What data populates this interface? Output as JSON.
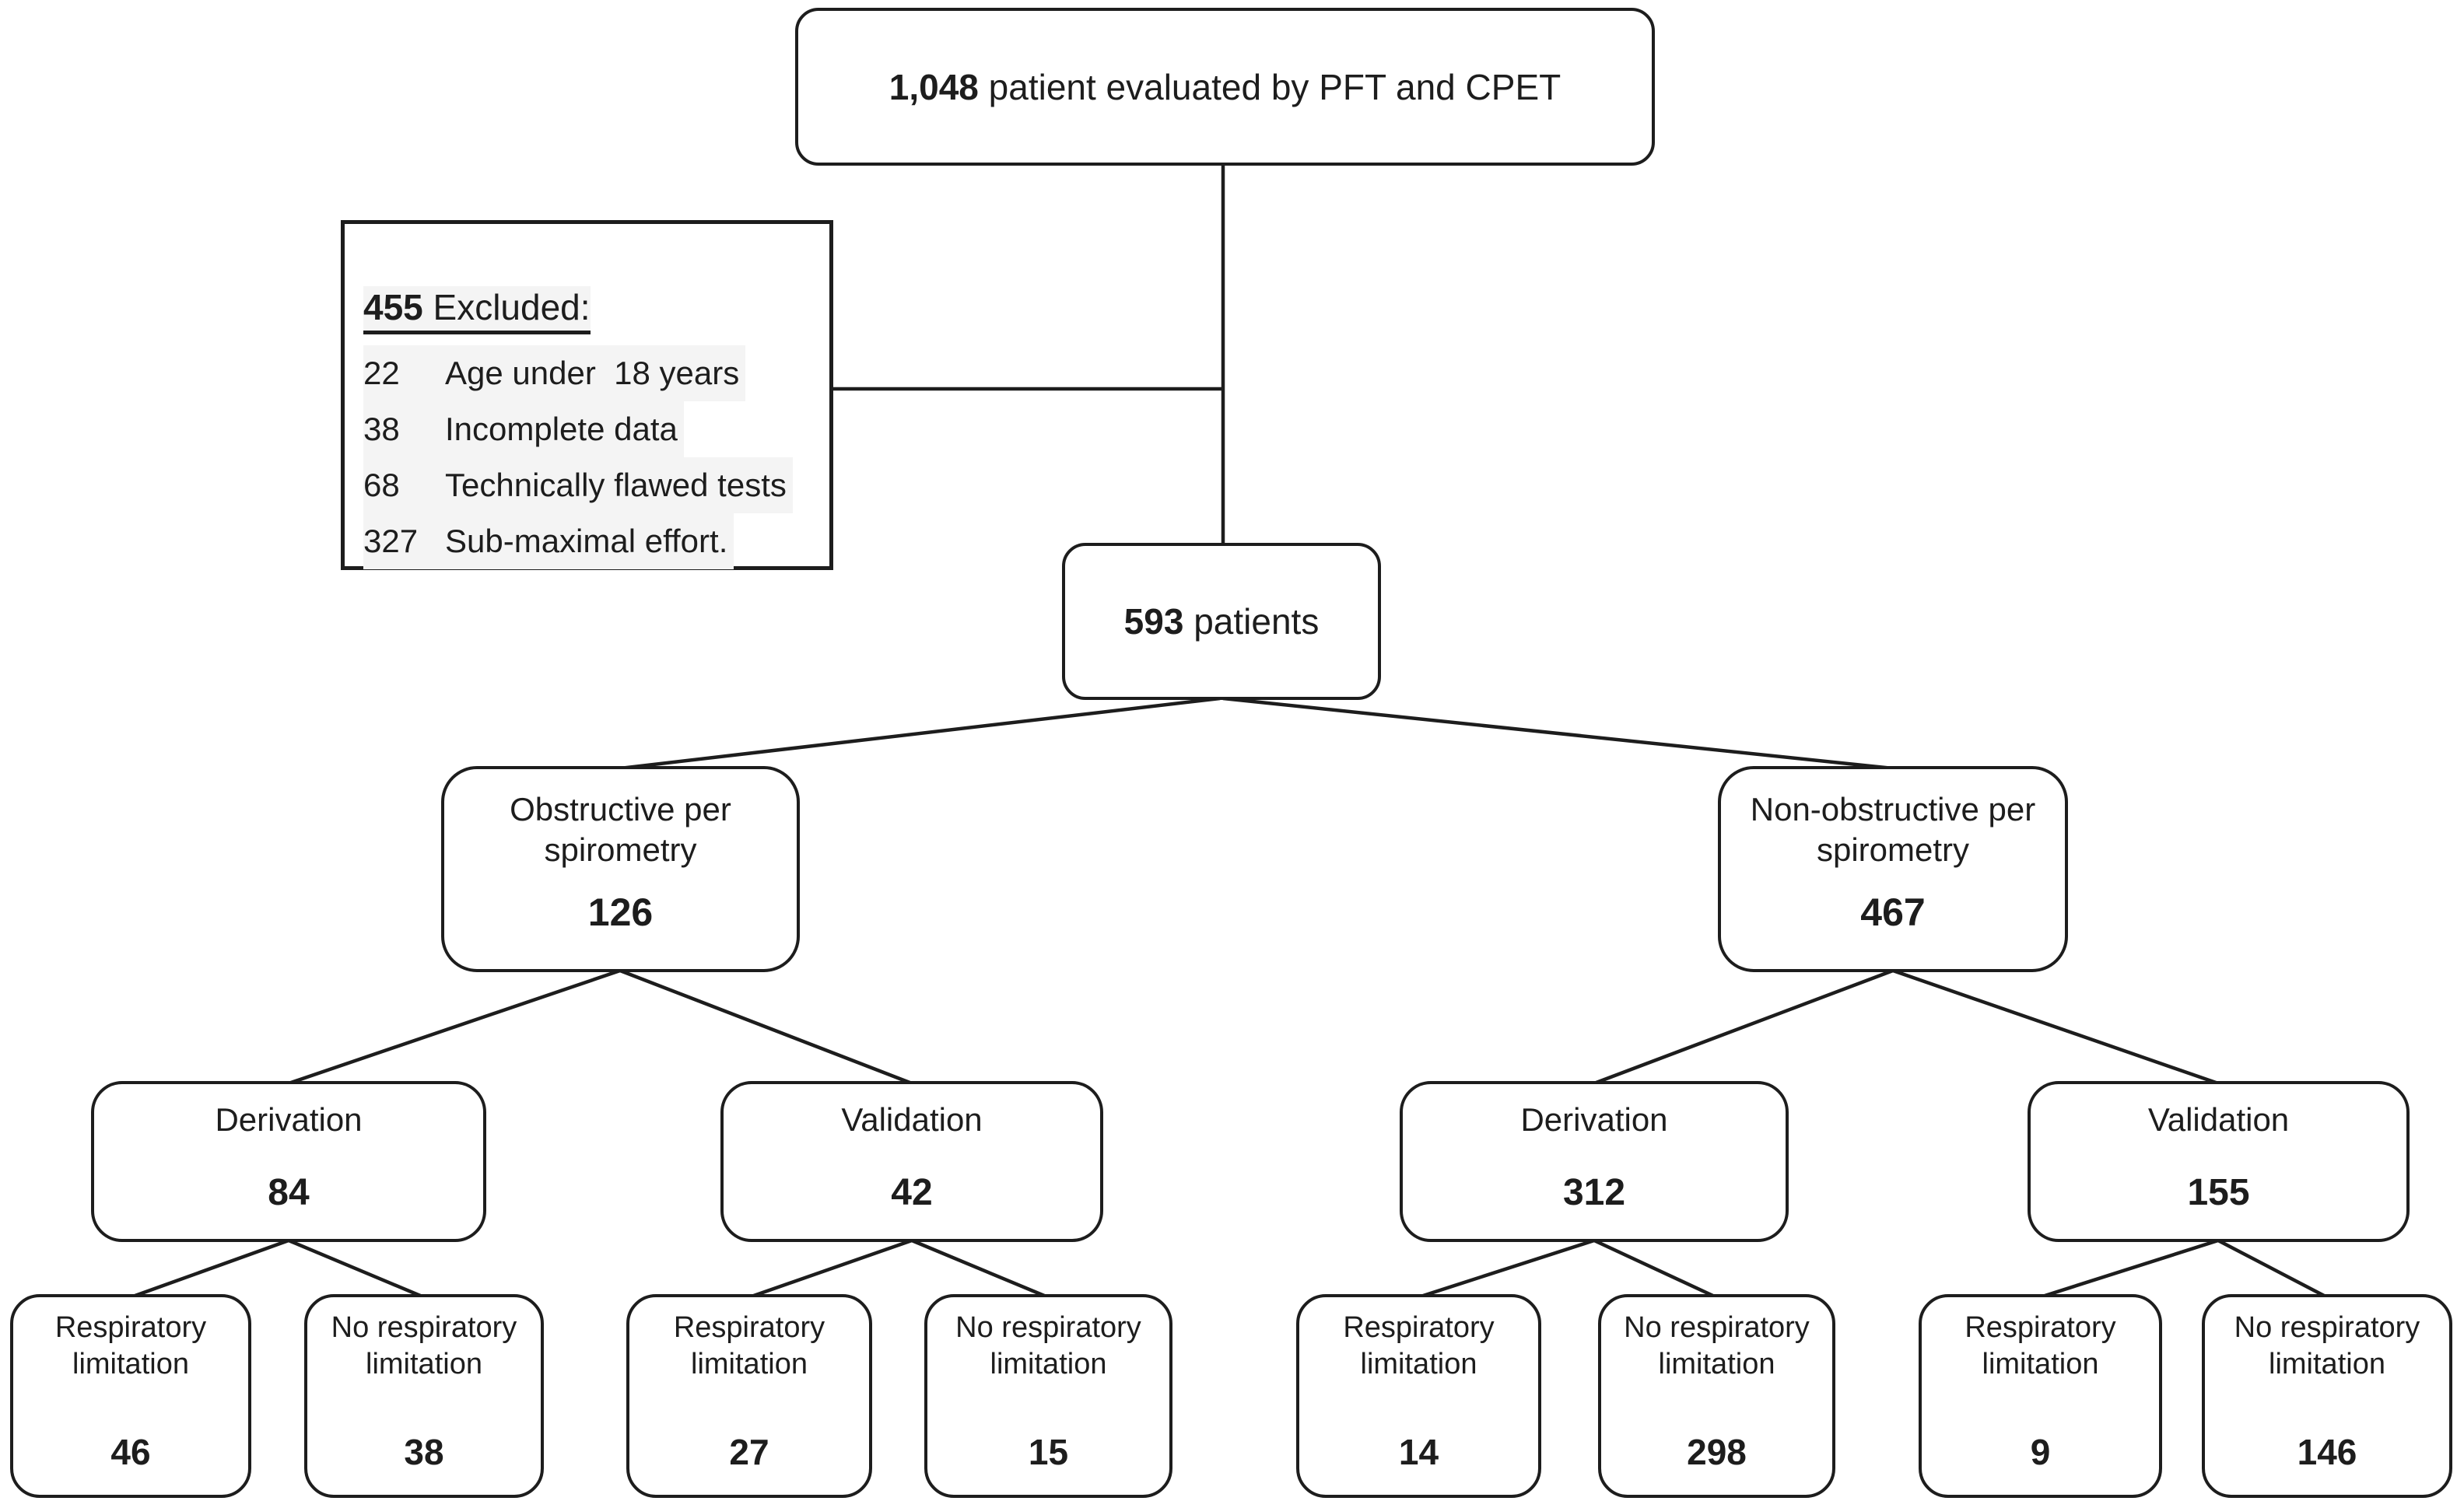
{
  "colors": {
    "ink": "#1d1d1d",
    "row_highlight": "#f4f4f4"
  },
  "flow": {
    "total": {
      "count": "1,048",
      "label": " patient evaluated by PFT and CPET"
    },
    "excluded": {
      "count": "455",
      "title": " Excluded:",
      "items": [
        {
          "n": "22",
          "reason": "Age under  18 years"
        },
        {
          "n": "38",
          "reason": "Incomplete data"
        },
        {
          "n": "68",
          "reason": "Technically flawed tests"
        },
        {
          "n": "327",
          "reason": "Sub-maximal effort."
        }
      ]
    },
    "eligible": {
      "count": "593",
      "label": " patients"
    },
    "spirometry": [
      {
        "label": "Obstructive per\nspirometry",
        "count": "126"
      },
      {
        "label": "Non-obstructive per\nspirometry",
        "count": "467"
      }
    ],
    "cohorts": [
      {
        "label": "Derivation",
        "count": "84"
      },
      {
        "label": "Validation",
        "count": "42"
      },
      {
        "label": "Derivation",
        "count": "312"
      },
      {
        "label": "Validation",
        "count": "155"
      }
    ],
    "outcomes": [
      {
        "label": "Respiratory\nlimitation",
        "count": "46"
      },
      {
        "label": "No respiratory\nlimitation",
        "count": "38"
      },
      {
        "label": "Respiratory\nlimitation",
        "count": "27"
      },
      {
        "label": "No respiratory\nlimitation",
        "count": "15"
      },
      {
        "label": "Respiratory\nlimitation",
        "count": "14"
      },
      {
        "label": "No respiratory\nlimitation",
        "count": "298"
      },
      {
        "label": "Respiratory\nlimitation",
        "count": "9"
      },
      {
        "label": "No respiratory\nlimitation",
        "count": "146"
      }
    ]
  }
}
